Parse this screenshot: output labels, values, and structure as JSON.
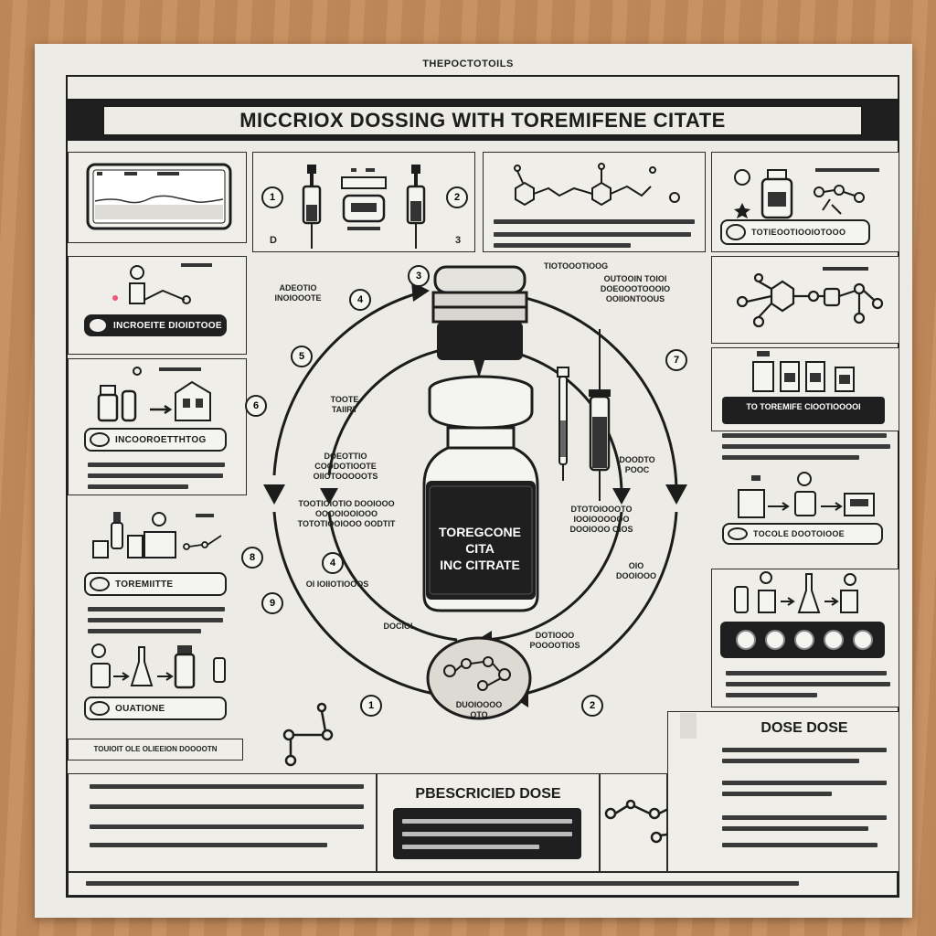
{
  "poster": {
    "tiny_header": "THEPOCTOTOILS",
    "title": "MICCRIOX DOSSING WITH TOREMIFENE CITATE"
  },
  "center_vial": {
    "label_line1": "TOREGCONE",
    "label_line2": "CITA",
    "label_line3": "INC CITRATE"
  },
  "left_bars": {
    "bar1": "INCROEITE DIOIDTOOE",
    "bar2": "INCOOROETTHTOG",
    "bar3": "TOREMIITTE",
    "bar4": "OUATIONE",
    "bar5": "TOUIOIT OLE OLIEEION DOOOOTN"
  },
  "right_bars": {
    "bar1": "TOTIEOOTIOOIOTOOO",
    "bar2": "TO TOREMIFE CIOOTIOOOOI",
    "bar3": "TOCOLE DOOTOIOOE"
  },
  "circle_labels": {
    "top_center": "TIOTOOOTIOOG",
    "top_left": "ADEOTIO INOIOOOTE",
    "upper_right": "OUTOOIN TOIOI DOEOOOTOOOIO OOIIONTOOUS",
    "left_mid": "TOOTE TAIIRT",
    "center_left": "DOEOTTIO COODOTIOOTE OIIOTOOOOOTS",
    "center_left2": "TOOTIOIOTIO DOOIOOO OOOOIOOIOOO TOTOTIOOIOOO OODTIT",
    "mid_right": "DOODTO POOC",
    "right_center": "DTOTOIOOOTO IOOIOOOOOO DOOIOOO OIOS",
    "lower_right": "OIO DOOIOOO",
    "lower_center": "DOTIOOO POOOOTIOS",
    "center_small_left": "OI IOIIOTIOOOS",
    "center_small_right": "DOCIOL",
    "dish_label": "DUOIOOOO OTO"
  },
  "bottom": {
    "prescribed_title": "PBESCRICIED DOSE",
    "dose_title": "DOSE DOSE"
  },
  "numbers": [
    "1",
    "2",
    "3",
    "4",
    "5",
    "6",
    "7",
    "8",
    "9"
  ],
  "top_panel2": {
    "left_letter": "D",
    "right_letter": "3"
  }
}
